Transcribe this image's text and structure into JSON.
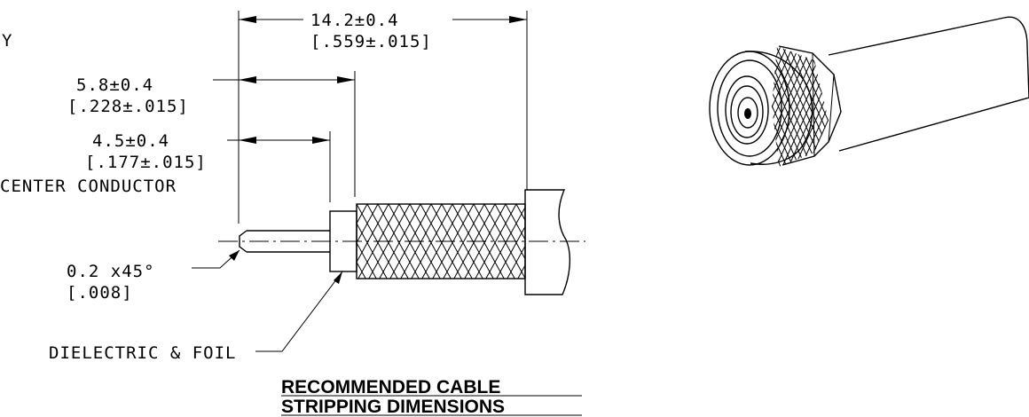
{
  "labels": {
    "edge_fragment": "Y",
    "overall_length": "14.2±0.4",
    "overall_length_in": "[.559±.015]",
    "dielectric_length": "5.8±0.4",
    "dielectric_length_in": "[.228±.015]",
    "conductor_length": "4.5±0.4",
    "conductor_length_in": "[.177±.015]",
    "center_conductor": "CENTER CONDUCTOR",
    "chamfer": "0.2  x45°",
    "chamfer_in": "[.008]",
    "dielectric_foil": "DIELECTRIC & FOIL"
  },
  "title": {
    "line1": "RECOMMENDED  CABLE",
    "line2": "STRIPPING  DIMENSIONS"
  }
}
